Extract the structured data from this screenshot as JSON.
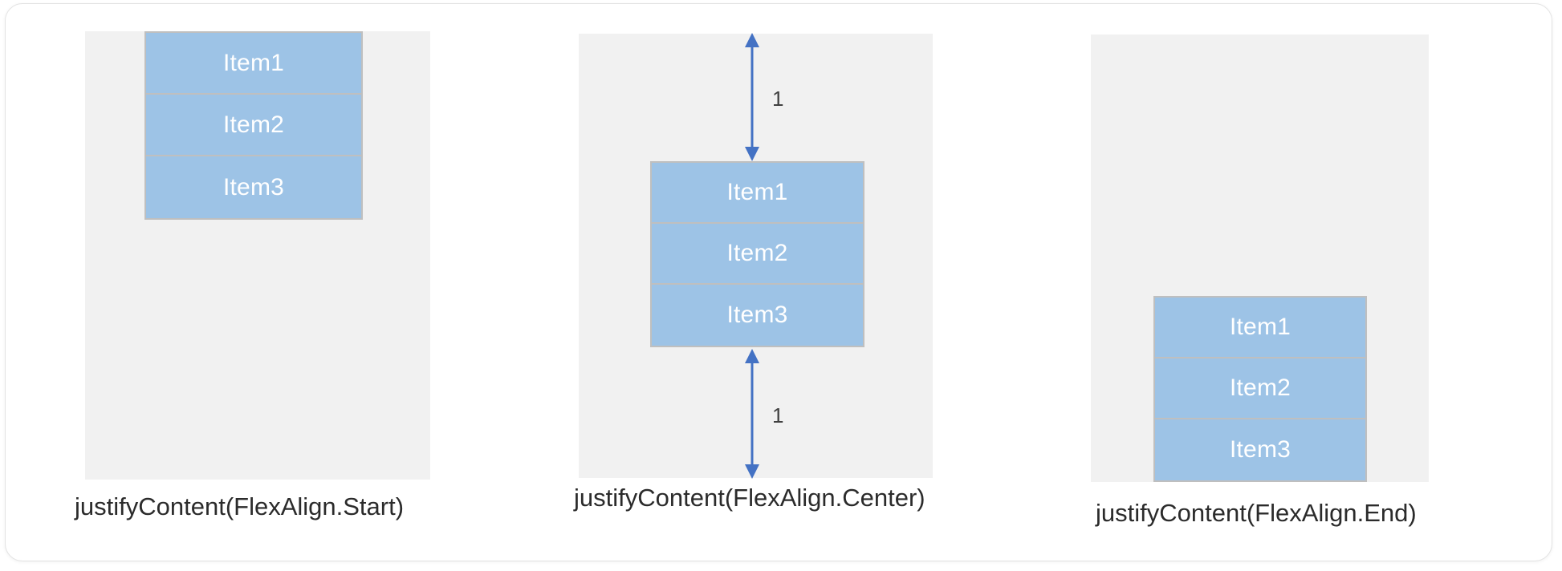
{
  "diagram": {
    "title_text": "",
    "colors": {
      "item_fill": "#9DC3E6",
      "item_border": "#BFBFBF",
      "container_fill": "#F1F1F1",
      "arrow": "#4472C4",
      "caption_text": "#2B2B2B",
      "card_border": "#E3E3E3"
    },
    "examples": [
      {
        "id": "flex-align-start",
        "caption": "justifyContent(FlexAlign.Start)",
        "items": [
          "Item1",
          "Item2",
          "Item3"
        ],
        "arrows": []
      },
      {
        "id": "flex-align-center",
        "caption": "justifyContent(FlexAlign.Center)",
        "items": [
          "Item1",
          "Item2",
          "Item3"
        ],
        "arrows": [
          {
            "position": "top",
            "label": "1"
          },
          {
            "position": "bottom",
            "label": "1"
          }
        ]
      },
      {
        "id": "flex-align-end",
        "caption": "justifyContent(FlexAlign.End)",
        "items": [
          "Item1",
          "Item2",
          "Item3"
        ],
        "arrows": []
      }
    ]
  }
}
